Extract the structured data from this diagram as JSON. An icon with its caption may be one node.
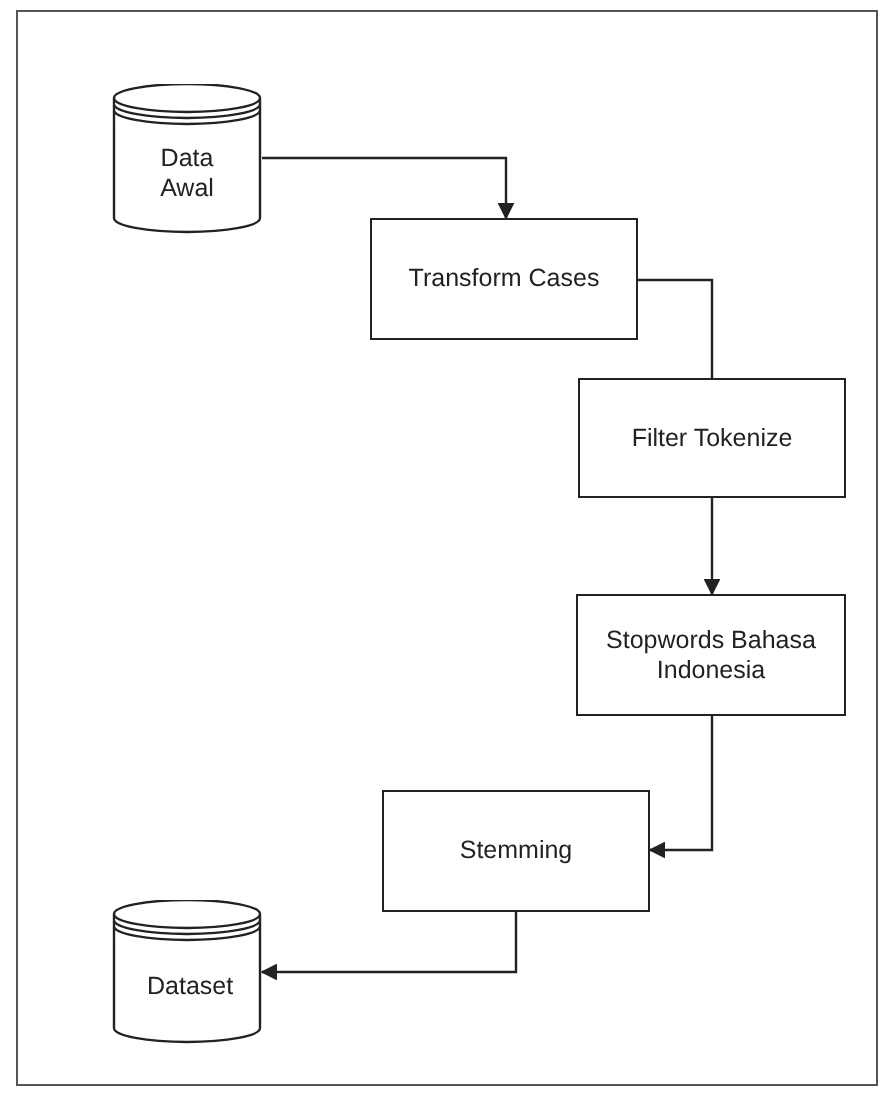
{
  "diagram": {
    "nodes": [
      {
        "text": [
          "Data Awal"
        ]
      },
      {
        "text": [
          "Transform Cases"
        ]
      },
      {
        "text": [
          "Filter Tokenize"
        ]
      },
      {
        "text": [
          "Stopwords Bahasa Indonesia"
        ]
      },
      {
        "text": [
          "Stemming"
        ]
      },
      {
        "text": [
          "Dataset"
        ]
      }
    ],
    "edges": [
      {
        "from": 0,
        "to": 1,
        "arrow": "to"
      },
      {
        "from": 1,
        "to": 2,
        "arrow": "none"
      },
      {
        "from": 2,
        "to": 3,
        "arrow": "to"
      },
      {
        "from": 3,
        "to": 4,
        "arrow": "to"
      },
      {
        "from": 4,
        "to": 5,
        "arrow": "to"
      }
    ]
  }
}
